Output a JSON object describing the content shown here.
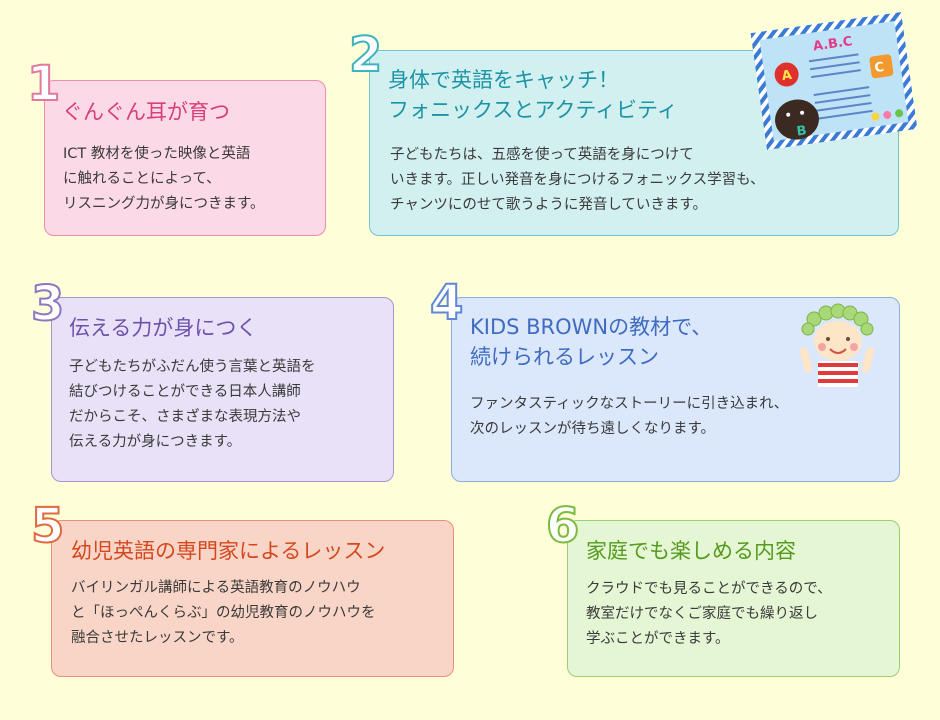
{
  "cards": [
    {
      "number": "1",
      "title": "ぐんぐん耳が育つ",
      "lines": [
        "ICT 教材を使った映像と英語",
        "に触れることによって、",
        "リスニング力が身につきます。"
      ]
    },
    {
      "number": "2",
      "title_lines": [
        "身体で英語をキャッチ！",
        "フォニックスとアクティビティ"
      ],
      "lines": [
        "子どもたちは、五感を使って英語を身につけて",
        "いきます。正しい発音を身につけるフォニックス学習も、",
        "チャンツにのせて歌うように発音していきます。"
      ]
    },
    {
      "number": "3",
      "title": "伝える力が身につく",
      "lines": [
        "子どもたちがふだん使う言葉と英語を",
        "結びつけることができる日本人講師",
        "だからこそ、さまざまな表現方法や",
        "伝える力が身につきます。"
      ]
    },
    {
      "number": "4",
      "title_lines": [
        "KIDS BROWNの教材で、",
        "続けられるレッスン"
      ],
      "lines": [
        "ファンタスティックなストーリーに引き込まれ、",
        "次のレッスンが待ち遠しくなります。"
      ]
    },
    {
      "number": "5",
      "title": "幼児英語の専門家によるレッスン",
      "lines": [
        "バイリンガル講師による英語教育のノウハウ",
        "と「ほっぺんくらぶ」の幼児教育のノウハウを",
        "融合させたレッスンです。"
      ]
    },
    {
      "number": "6",
      "title": "家庭でも楽しめる内容",
      "lines": [
        "クラウドでも見ることができるので、",
        "教室だけでなくご家庭でも繰り返し",
        "学ぶことができます。"
      ]
    }
  ],
  "illustrations": {
    "abc_card_heading": "A.B.C",
    "abc_letters": [
      "A",
      "B",
      "C"
    ]
  },
  "colors": {
    "background": "#fefed9",
    "card1": "#fcd9e6",
    "card2": "#d3f0f1",
    "card3": "#e9e1f7",
    "card4": "#dbe7fb",
    "card5": "#f9d5c8",
    "card6": "#e5f6d5"
  }
}
